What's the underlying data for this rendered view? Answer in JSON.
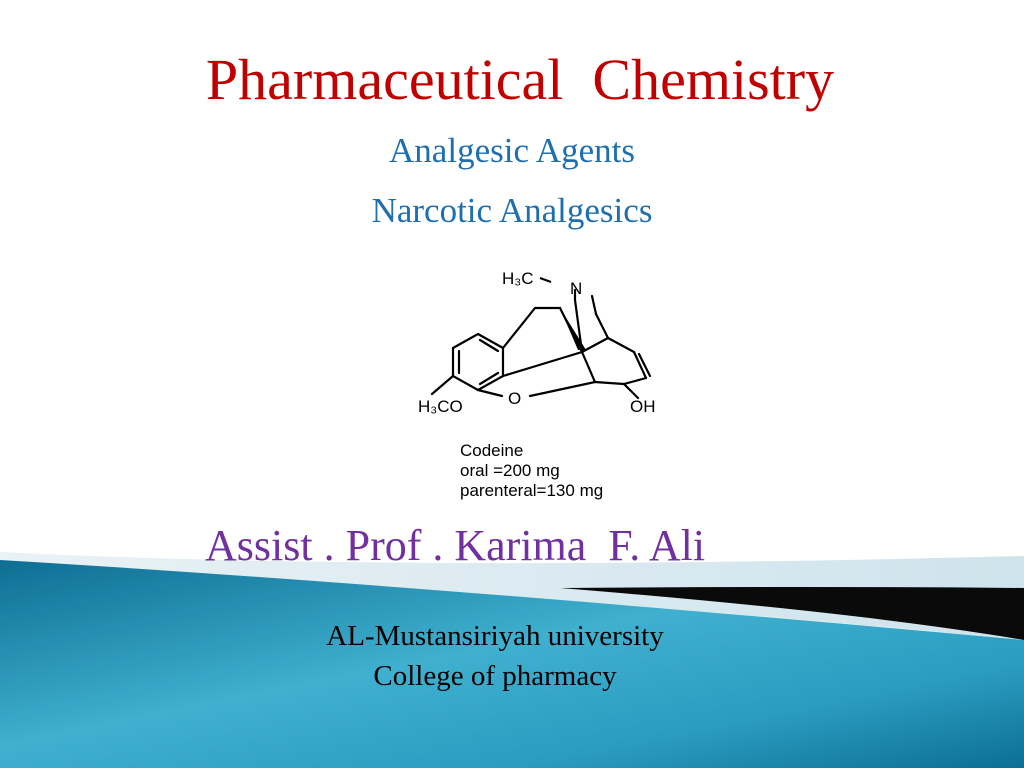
{
  "slide": {
    "title": "Pharmaceutical  Chemistry",
    "subtitle_1": "Analgesic Agents",
    "subtitle_2": "Narcotic Analgesics",
    "structure": {
      "n_methyl_label": "H₃C",
      "nitrogen_label": "N",
      "methoxy_label": "H₃CO",
      "oxygen_label": "O",
      "hydroxyl_label": "OH",
      "caption_name": "Codeine",
      "caption_oral": "oral =200 mg",
      "caption_parenteral": "parenteral=130 mg"
    },
    "author": "Assist . Prof . Karima  F. Ali",
    "university": "AL-Mustansiriyah university",
    "college": "College of pharmacy"
  },
  "colors": {
    "title": "#c00000",
    "subtitle": "#1f6fae",
    "author": "#7030a0",
    "band_dark": "#0a0a0a",
    "band_teal": "#1a8fb3",
    "band_light": "#d7e8f0"
  }
}
